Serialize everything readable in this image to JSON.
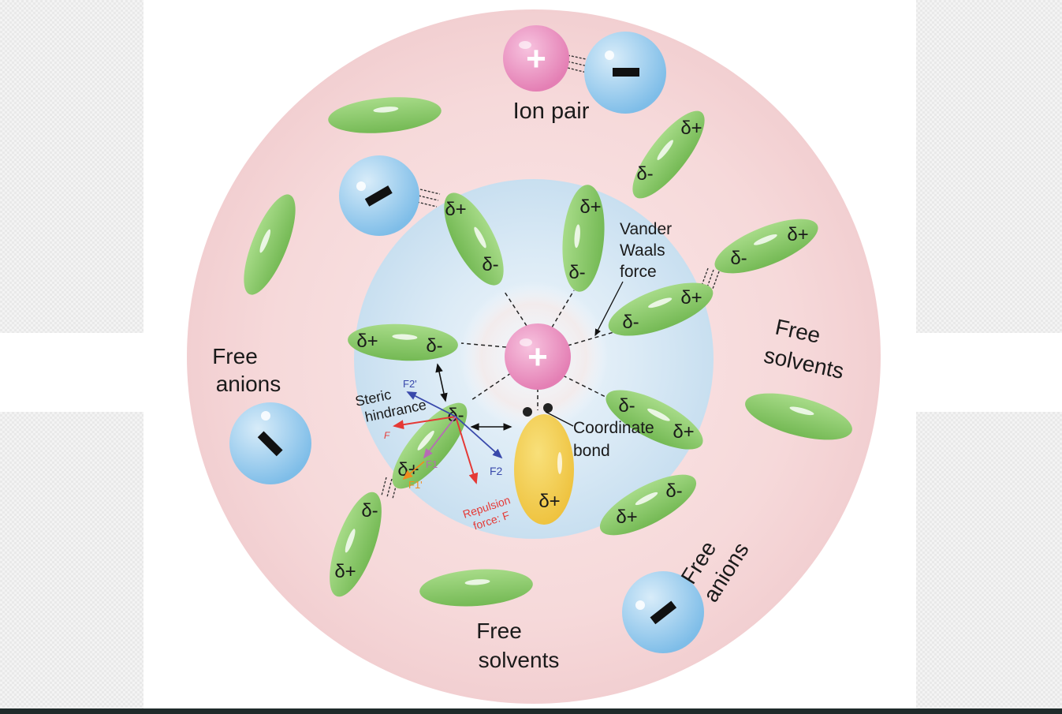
{
  "symbols": {
    "cation": "+",
    "delta_plus": "δ+",
    "delta_minus": "δ-"
  },
  "labels": {
    "ion_pair": "Ion pair",
    "free_anions": [
      "Free",
      "anions"
    ],
    "free_solvents": [
      "Free",
      "solvents"
    ],
    "vdw": [
      "Vander",
      "Waals",
      "force"
    ],
    "coordinate_bond": [
      "Coordinate",
      "bond"
    ],
    "steric_hindrance": [
      "Steric",
      "hindrance"
    ],
    "repulsion": [
      "Repulsion",
      "force: F"
    ]
  },
  "forces": {
    "F": "F",
    "F1": "F1",
    "F1_prime": "F1'",
    "F2": "F2",
    "F2_prime": "F2'"
  },
  "colors": {
    "outer_shell": "#f6dada",
    "inner_shell": "#cfe3f1",
    "cation": "#e98dbd",
    "anion": "#8fc6ea",
    "solvent": "#8dcc6c",
    "coordinated_solvent": "#f2cf4e",
    "force_F": "#e53935",
    "force_F1": "#b66bb5",
    "force_F1_prime": "#f08c1e",
    "force_F2": "#3949ab"
  }
}
